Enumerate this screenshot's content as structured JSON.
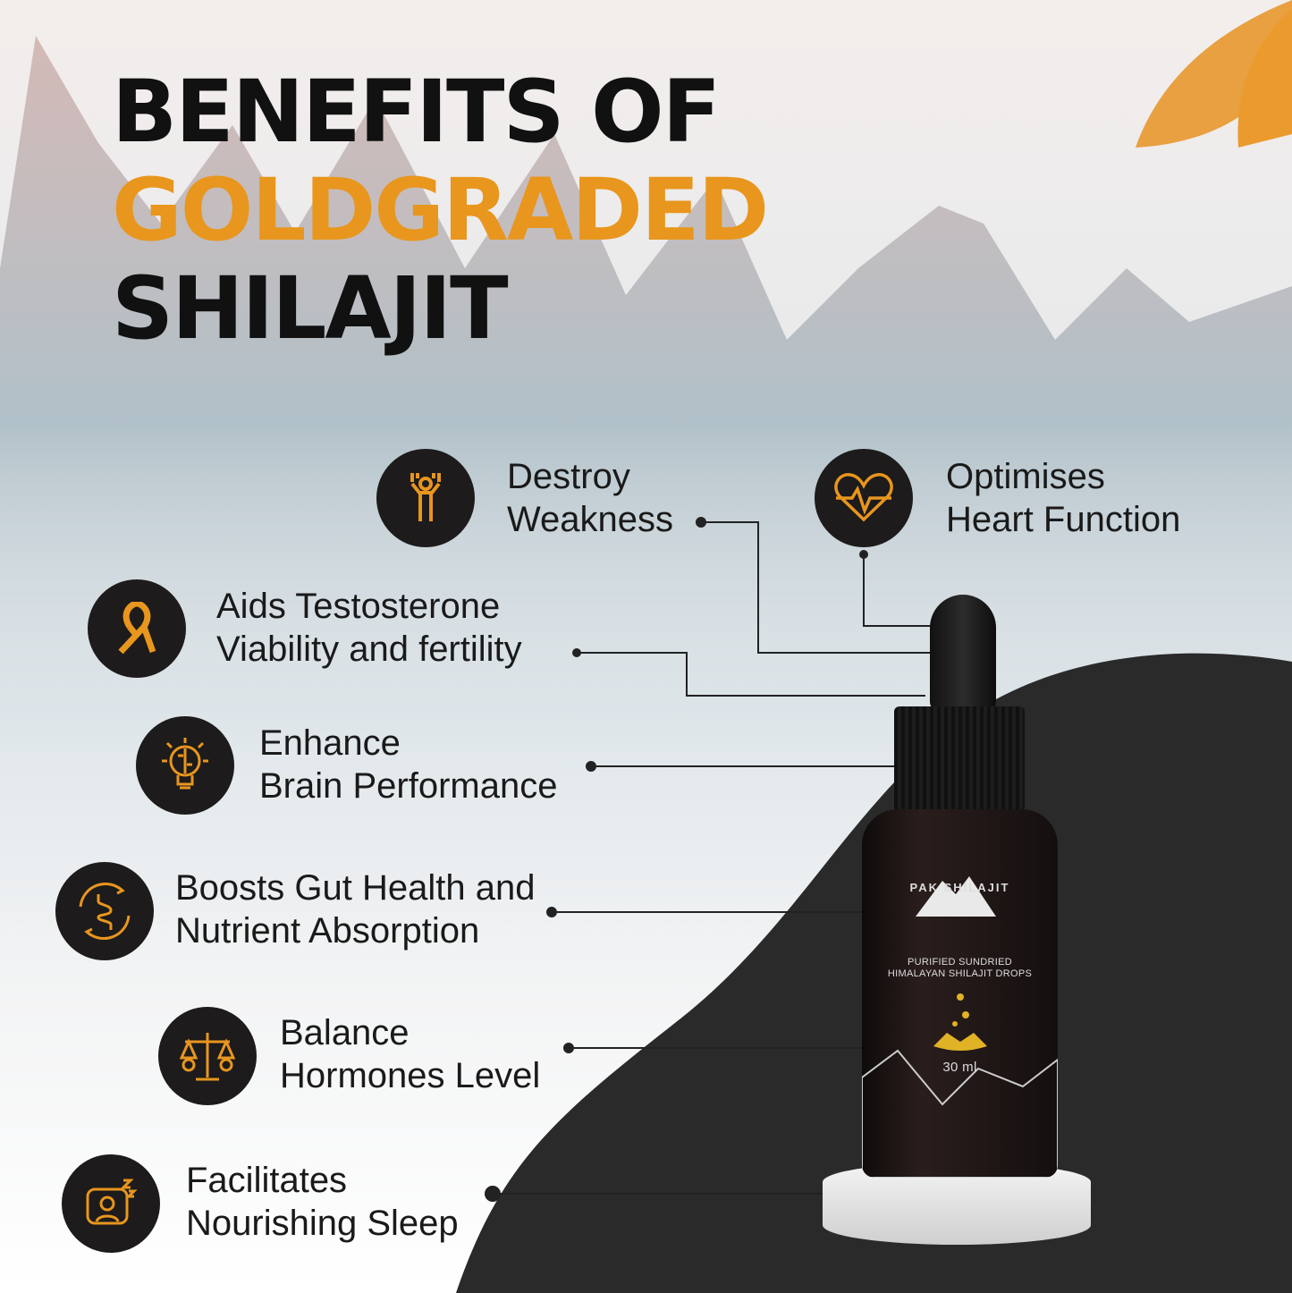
{
  "title": {
    "line1": "BENEFITS OF",
    "line2": "GOLDGRADED",
    "line3": "SHILAJIT"
  },
  "colors": {
    "accent": "#e8961e",
    "dark": "#1d1b1b",
    "panel": "#2a2a2a"
  },
  "benefits": [
    {
      "icon": "person-strength-icon",
      "line1": "Destroy",
      "line2": "Weakness"
    },
    {
      "icon": "heart-pulse-icon",
      "line1": "Optimises",
      "line2": "Heart Function"
    },
    {
      "icon": "ribbon-icon",
      "line1": "Aids Testosterone",
      "line2": "Viability and fertility"
    },
    {
      "icon": "brain-bulb-icon",
      "line1": "Enhance",
      "line2": "Brain Performance"
    },
    {
      "icon": "gut-icon",
      "line1": "Boosts Gut Health and",
      "line2": "Nutrient Absorption"
    },
    {
      "icon": "scale-gender-icon",
      "line1": "Balance",
      "line2": "Hormones Level"
    },
    {
      "icon": "sleep-icon",
      "line1": "Facilitates",
      "line2": "Nourishing Sleep"
    }
  ],
  "product": {
    "brand": "PAK SHILAJIT",
    "desc1": "PURIFIED SUNDRIED",
    "desc2": "HIMALAYAN SHILAJIT DROPS",
    "volume": "30 ml"
  }
}
